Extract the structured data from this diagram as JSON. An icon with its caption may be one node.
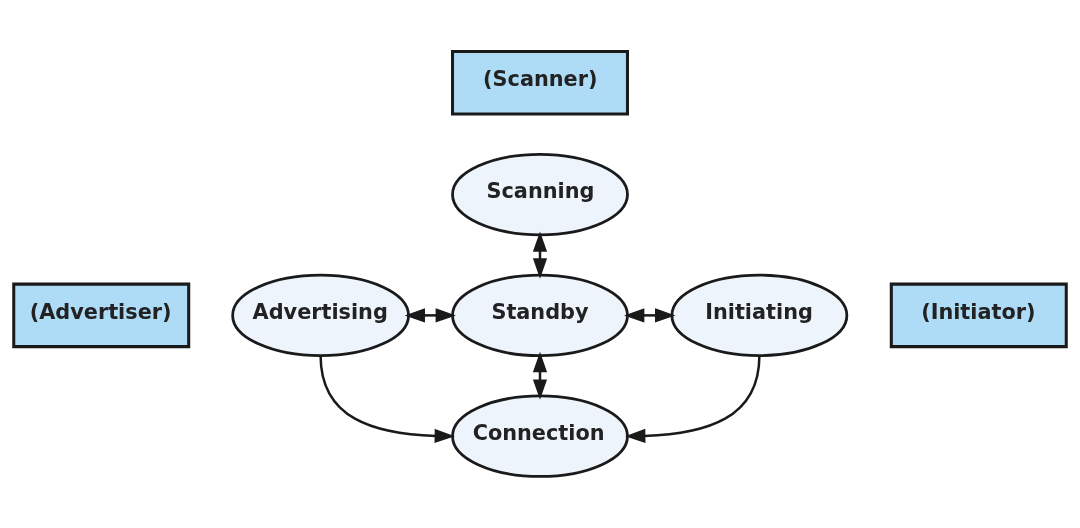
{
  "diagram": {
    "nodes": [
      {
        "text": [
          "(Scanner)"
        ]
      },
      {
        "text": [
          "Scanning"
        ]
      },
      {
        "text": [
          "(Advertiser)"
        ]
      },
      {
        "text": [
          "Advertising"
        ]
      },
      {
        "text": [
          "Standby"
        ]
      },
      {
        "text": [
          "Initiating"
        ]
      },
      {
        "text": [
          "(Initiator)"
        ]
      },
      {
        "text": [
          "Connection"
        ]
      }
    ],
    "edges": [
      {
        "from": 1,
        "to": 4,
        "arrow": "both"
      },
      {
        "from": 3,
        "to": 4,
        "arrow": "both"
      },
      {
        "from": 4,
        "to": 5,
        "arrow": "both"
      },
      {
        "from": 4,
        "to": 7,
        "arrow": "both"
      },
      {
        "from": 3,
        "to": 7,
        "arrow": "to"
      },
      {
        "from": 5,
        "to": 7,
        "arrow": "to"
      }
    ]
  }
}
